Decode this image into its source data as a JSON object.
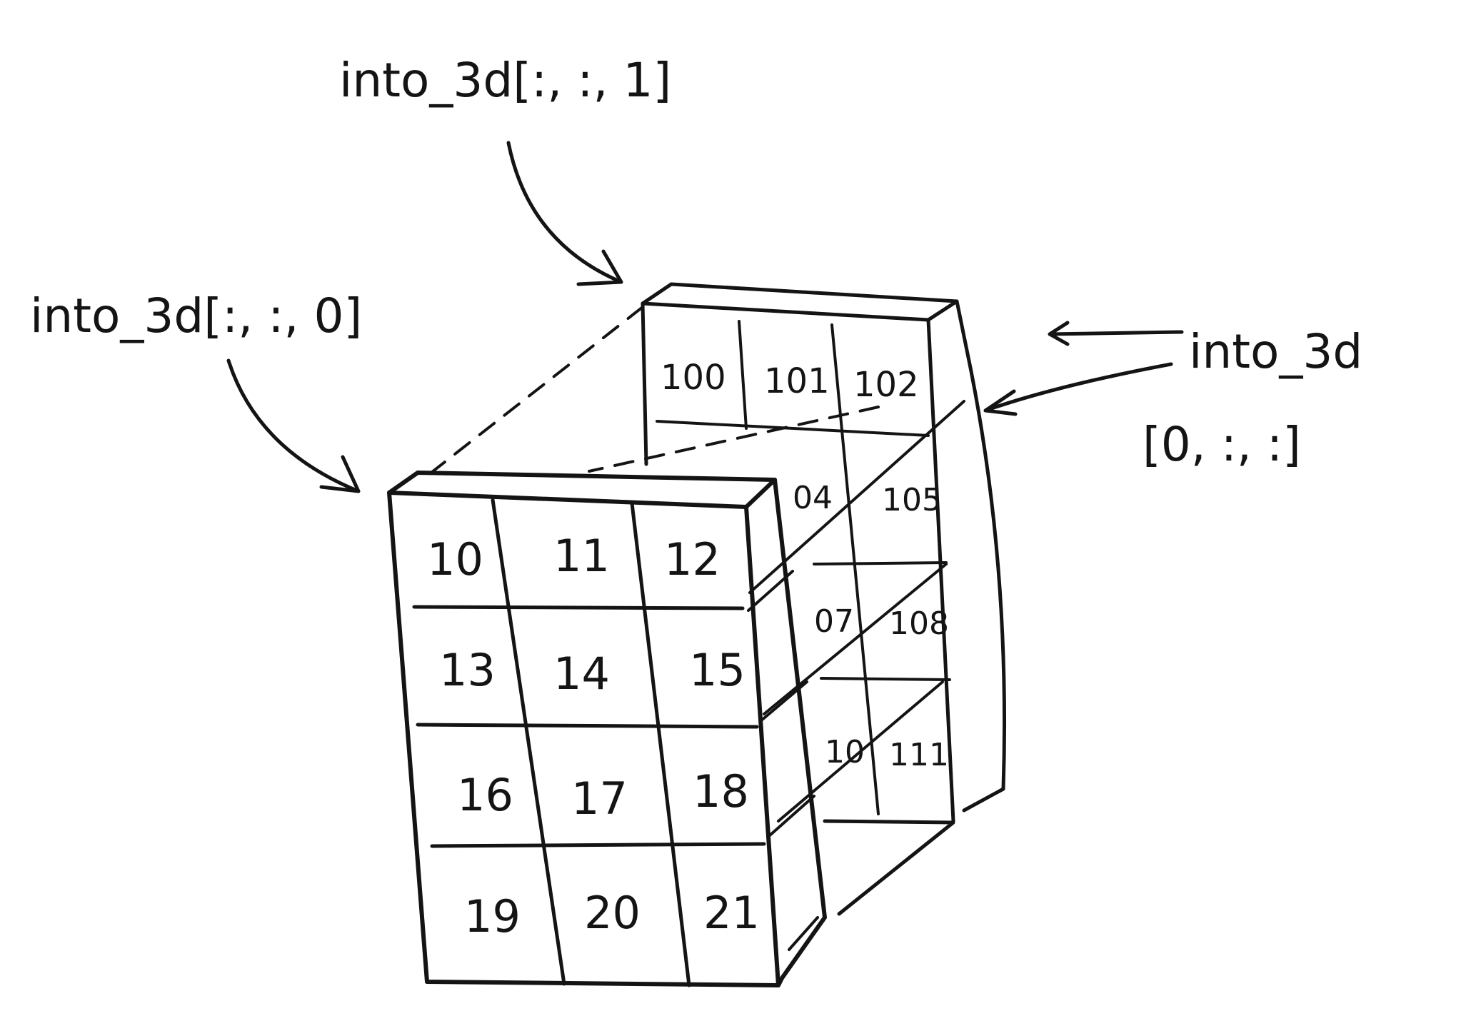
{
  "labels": {
    "slice_1": "into_3d[:, :, 1]",
    "slice_0": "into_3d[:, :, 0]",
    "layer_0_line1": "into_3d",
    "layer_0_line2": "[0, :, :]"
  },
  "front_face": {
    "rows": [
      [
        "10",
        "11",
        "12"
      ],
      [
        "13",
        "14",
        "15"
      ],
      [
        "16",
        "17",
        "18"
      ],
      [
        "19",
        "20",
        "21"
      ]
    ]
  },
  "back_face": {
    "top_row": [
      "100",
      "101",
      "102"
    ],
    "visible_right_columns": [
      [
        "04",
        "105"
      ],
      [
        "07",
        "108"
      ],
      [
        "10",
        "111"
      ]
    ]
  }
}
